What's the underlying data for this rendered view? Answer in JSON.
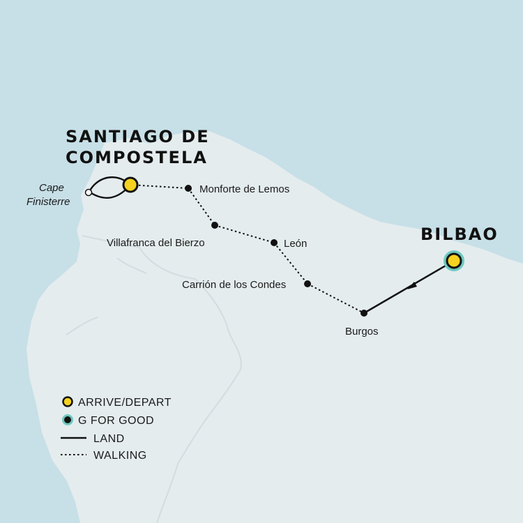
{
  "map": {
    "colors": {
      "sea": "#c7dfe7",
      "land": "#e4ecee",
      "border": "#d2dde0",
      "route": "#111111",
      "arrive_fill": "#f4d21f",
      "g_for_good_ring": "#6fc9c0"
    },
    "cities": {
      "santiago_line1": "SANTIAGO DE",
      "santiago_line2": "COMPOSTELA",
      "bilbao": "BILBAO",
      "cape_line1": "Cape",
      "cape_line2": "Finisterre",
      "monforte": "Monforte de Lemos",
      "villafranca": "Villafranca del Bierzo",
      "leon": "León",
      "carrion": "Carrión de los Condes",
      "burgos": "Burgos"
    },
    "legend": {
      "arrive_depart": "ARRIVE/DEPART",
      "g_for_good": "G FOR GOOD",
      "land": "LAND",
      "walking": "WALKING"
    }
  }
}
